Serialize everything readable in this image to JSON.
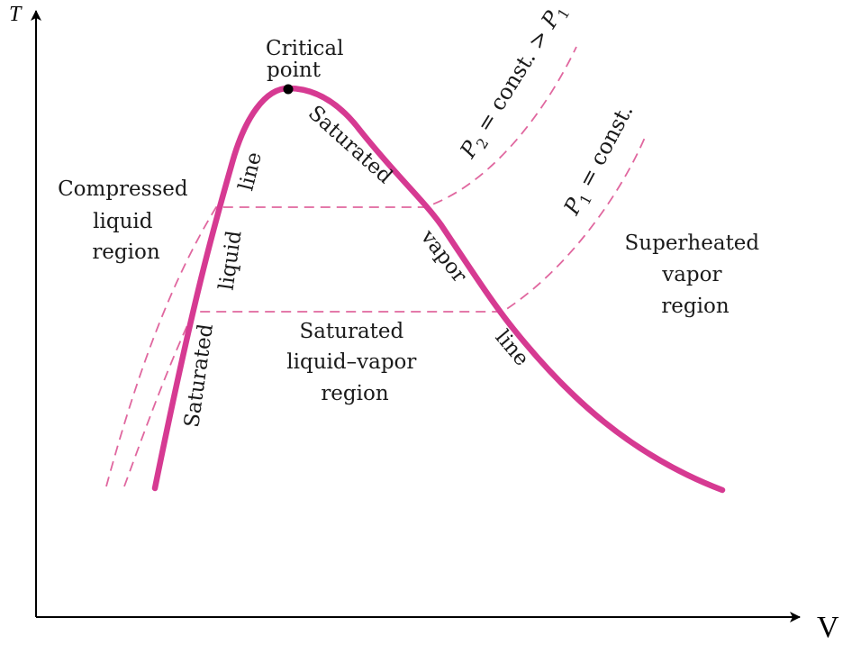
{
  "axes": {
    "y_label": "T",
    "x_label": "V"
  },
  "critical_point": {
    "line1": "Critical",
    "line2": "point"
  },
  "saturated_liquid_line": {
    "word1": "Saturated",
    "word2": "liquid",
    "word3": "line"
  },
  "saturated_vapor_line": {
    "word1": "Saturated",
    "word2": "vapor",
    "word3": "line"
  },
  "regions": {
    "compressed_liquid": [
      "Compressed",
      "liquid",
      "region"
    ],
    "saturated_mixture": [
      "Saturated",
      "liquid–vapor",
      "region"
    ],
    "superheated_vapor": [
      "Superheated",
      "vapor",
      "region"
    ]
  },
  "isobars": {
    "p2": {
      "symbol": "P",
      "subscript": "2",
      "relation": " = const. > ",
      "ref_symbol": "P",
      "ref_subscript": "1"
    },
    "p1": {
      "symbol": "P",
      "subscript": "1",
      "relation": " = const."
    }
  },
  "colors": {
    "dome": "#d63a92",
    "isobar": "#e0679f",
    "axis": "#000000",
    "text": "#1a1a1a"
  }
}
